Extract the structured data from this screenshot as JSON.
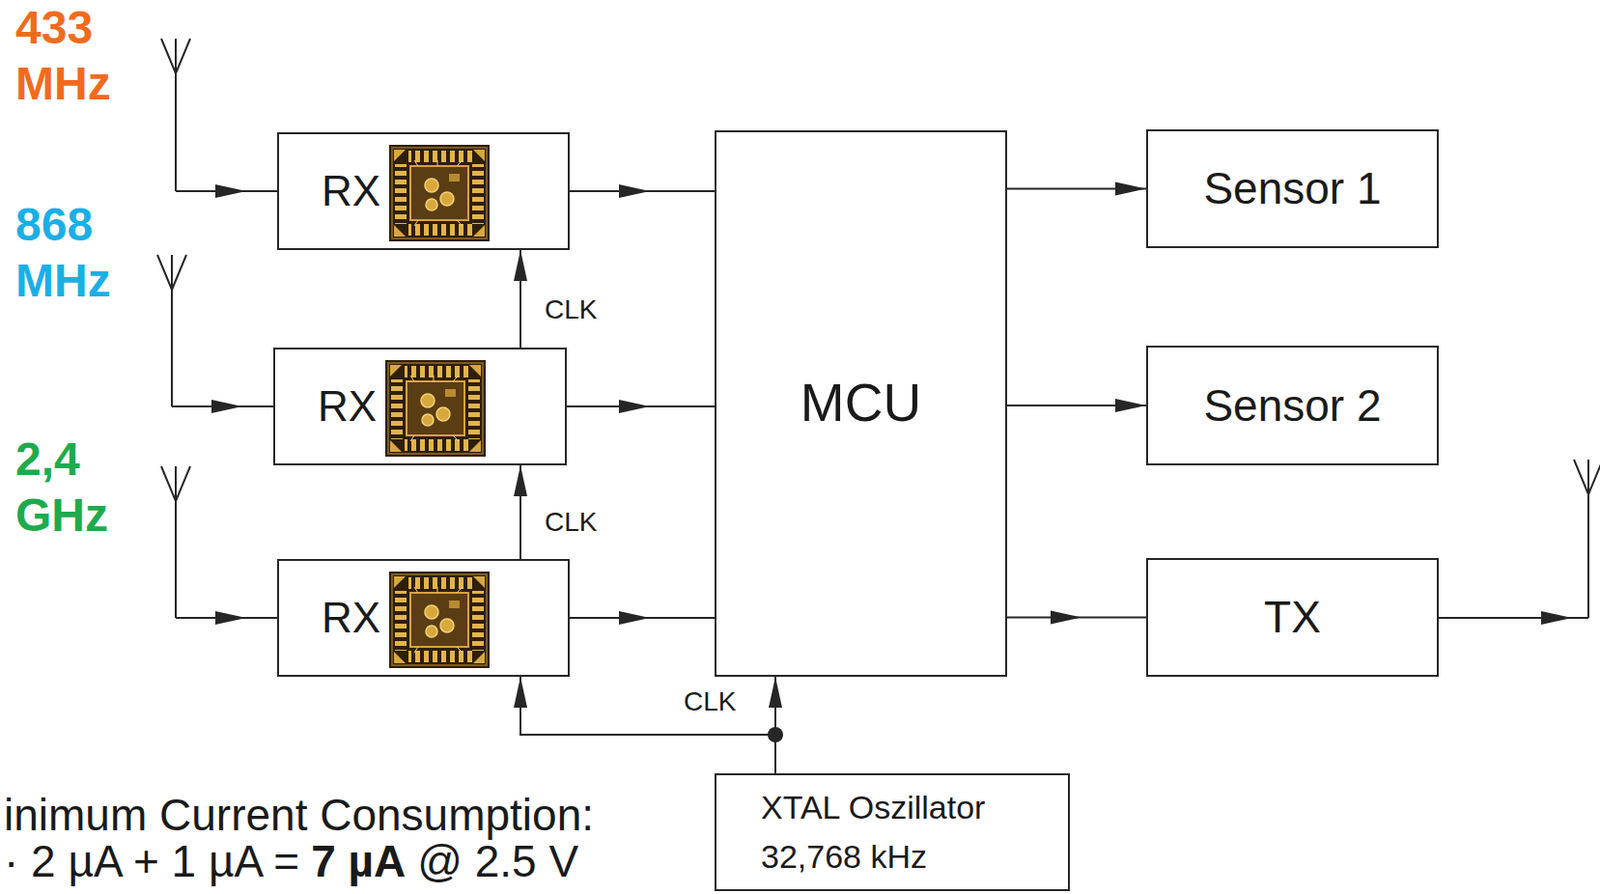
{
  "diagram": {
    "nodes": [
      {
        "text": [
          "RX"
        ]
      },
      {
        "text": [
          "RX"
        ]
      },
      {
        "text": [
          "RX"
        ]
      },
      {
        "text": [
          "MCU"
        ]
      },
      {
        "text": [
          "Sensor 1"
        ]
      },
      {
        "text": [
          "Sensor 2"
        ]
      },
      {
        "text": [
          "TX"
        ]
      },
      {
        "text": [
          "XTAL Oszillator",
          "32,768 kHz"
        ]
      }
    ],
    "edges": [
      {
        "from": 0,
        "to": 3,
        "arrow": "to"
      },
      {
        "from": 1,
        "to": 3,
        "arrow": "to"
      },
      {
        "from": 2,
        "to": 3,
        "arrow": "to"
      },
      {
        "from": 3,
        "to": 4,
        "arrow": "to"
      },
      {
        "from": 3,
        "to": 5,
        "arrow": "to"
      },
      {
        "from": 3,
        "to": 6,
        "arrow": "to"
      },
      {
        "from": 1,
        "to": 0,
        "label": "CLK",
        "arrow": "to"
      },
      {
        "from": 2,
        "to": 1,
        "label": "CLK",
        "arrow": "to"
      },
      {
        "from": 7,
        "to": 3,
        "label": "CLK",
        "arrow": "to"
      },
      {
        "from": 7,
        "to": 2,
        "arrow": "to"
      }
    ],
    "labels": [
      "433 MHz",
      "868 MHz",
      "2,4 GHz",
      "inimum Current Consumption:",
      "· 2 µA + 1 µA =",
      "7 µA",
      "@ 2.5 V"
    ]
  }
}
